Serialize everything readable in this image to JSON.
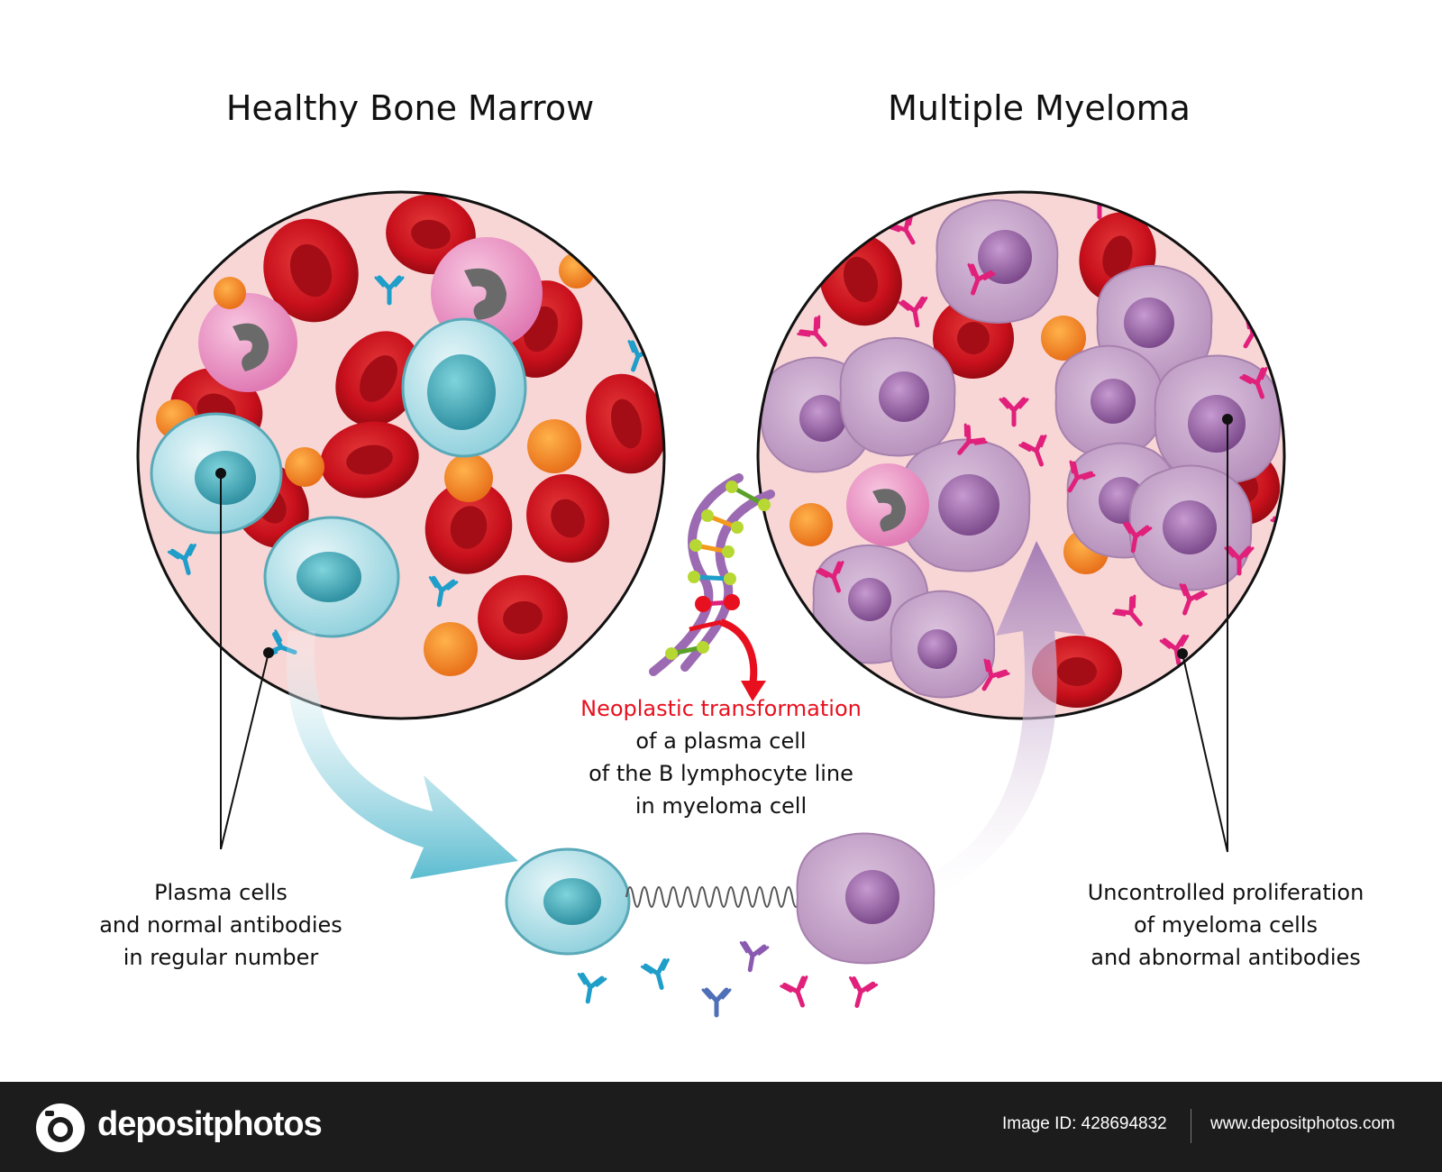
{
  "titles": {
    "healthy": "Healthy Bone Marrow",
    "myeloma": "Multiple Myeloma"
  },
  "captions": {
    "neoplastic_highlight": "Neoplastic transformation",
    "neoplastic_rest": [
      "of a plasma cell",
      "of the B lymphocyte line",
      "in myeloma cell"
    ],
    "healthy_note": [
      "Plasma cells",
      "and normal antibodies",
      "in regular number"
    ],
    "myeloma_note": [
      "Uncontrolled proliferation",
      "of myeloma cells",
      "and abnormal antibodies"
    ]
  },
  "footer": {
    "brand": "depositphotos",
    "image_id": "Image ID: 428694832",
    "url": "www.depositphotos.com"
  },
  "colors": {
    "highlight_red": "#e8101e",
    "tissue_pink": "#f8d6d6",
    "rbc_red": "#c8101c",
    "plasma_cyan": "#7cc6d4",
    "myeloma_purple": "#c9a3cc",
    "antibody_blue": "#1f9ec9",
    "antibody_magenta": "#e0207a",
    "footer_bg": "#1c1c1c"
  }
}
